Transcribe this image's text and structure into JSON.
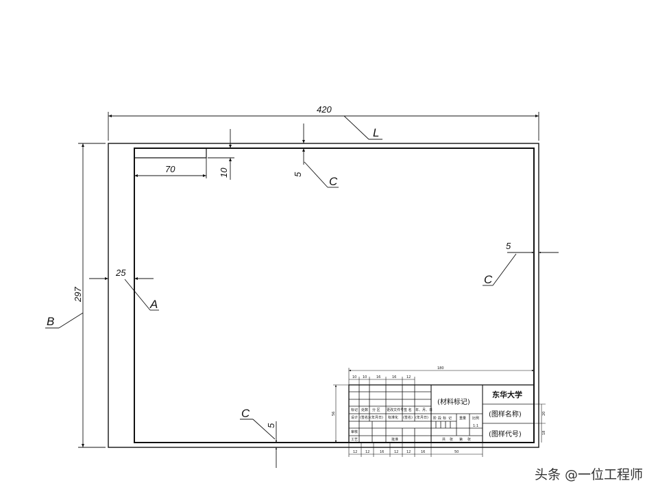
{
  "dimensions": {
    "width": "420",
    "height": "297",
    "left_margin": "25",
    "margin": "5",
    "title_strip_w": "70",
    "title_strip_h": "10"
  },
  "labels": {
    "L": "L",
    "B": "B",
    "A": "A",
    "C": "C"
  },
  "title_block": {
    "overall_width": "180",
    "school": "东华大学",
    "material": "(材料标记)",
    "drawing_name": "(图样名称)",
    "drawing_code": "(图样代号)",
    "col_widths_top": [
      "10",
      "10",
      "16",
      "16",
      "12"
    ],
    "col_widths_bottom": [
      "12",
      "12",
      "16",
      "12",
      "12",
      "16"
    ],
    "bottom_right_width": "50",
    "right_dims": [
      "20",
      "18"
    ],
    "left_height": "56",
    "row_text": {
      "r5": [
        "标记",
        "处数",
        "分  区",
        "更改文件号",
        "签  名",
        "年、月、日"
      ],
      "r6": [
        "设计",
        "(签名)",
        "(年月日)",
        "标准化",
        "(签名)",
        "(年月日)"
      ],
      "r7_left": "审核",
      "r8": [
        "工艺",
        "批准"
      ],
      "stage": [
        "阶",
        "段",
        "标",
        "记"
      ],
      "weight": "重量",
      "scale": "比例",
      "sheets": [
        "共",
        "张",
        "第",
        "张"
      ],
      "scale_val": "1:1"
    }
  },
  "watermark": "头条 @一位工程师"
}
